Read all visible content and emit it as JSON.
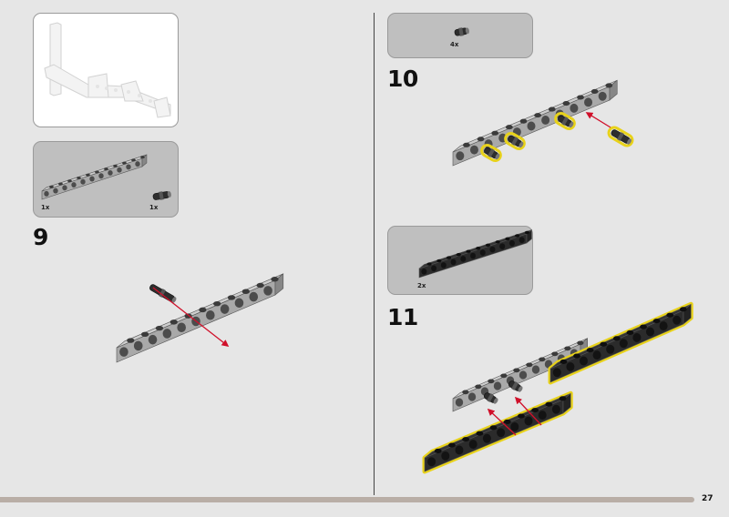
{
  "page": {
    "number": "27"
  },
  "steps": [
    {
      "number": "9",
      "parts": [
        {
          "qty": "1x"
        },
        {
          "qty": "1x"
        }
      ]
    },
    {
      "number": "10",
      "parts": [
        {
          "qty": "4x"
        }
      ]
    },
    {
      "number": "11",
      "parts": [
        {
          "qty": "2x"
        }
      ]
    }
  ],
  "colors": {
    "background": "#e6e6e6",
    "parts_panel": "#bfbfbf",
    "beam_gray": "#a9a9a9",
    "beam_black": "#2b2b2b",
    "highlight": "#e8d21a",
    "arrow": "#d0102a",
    "footer_bar": "#b9aea6"
  }
}
